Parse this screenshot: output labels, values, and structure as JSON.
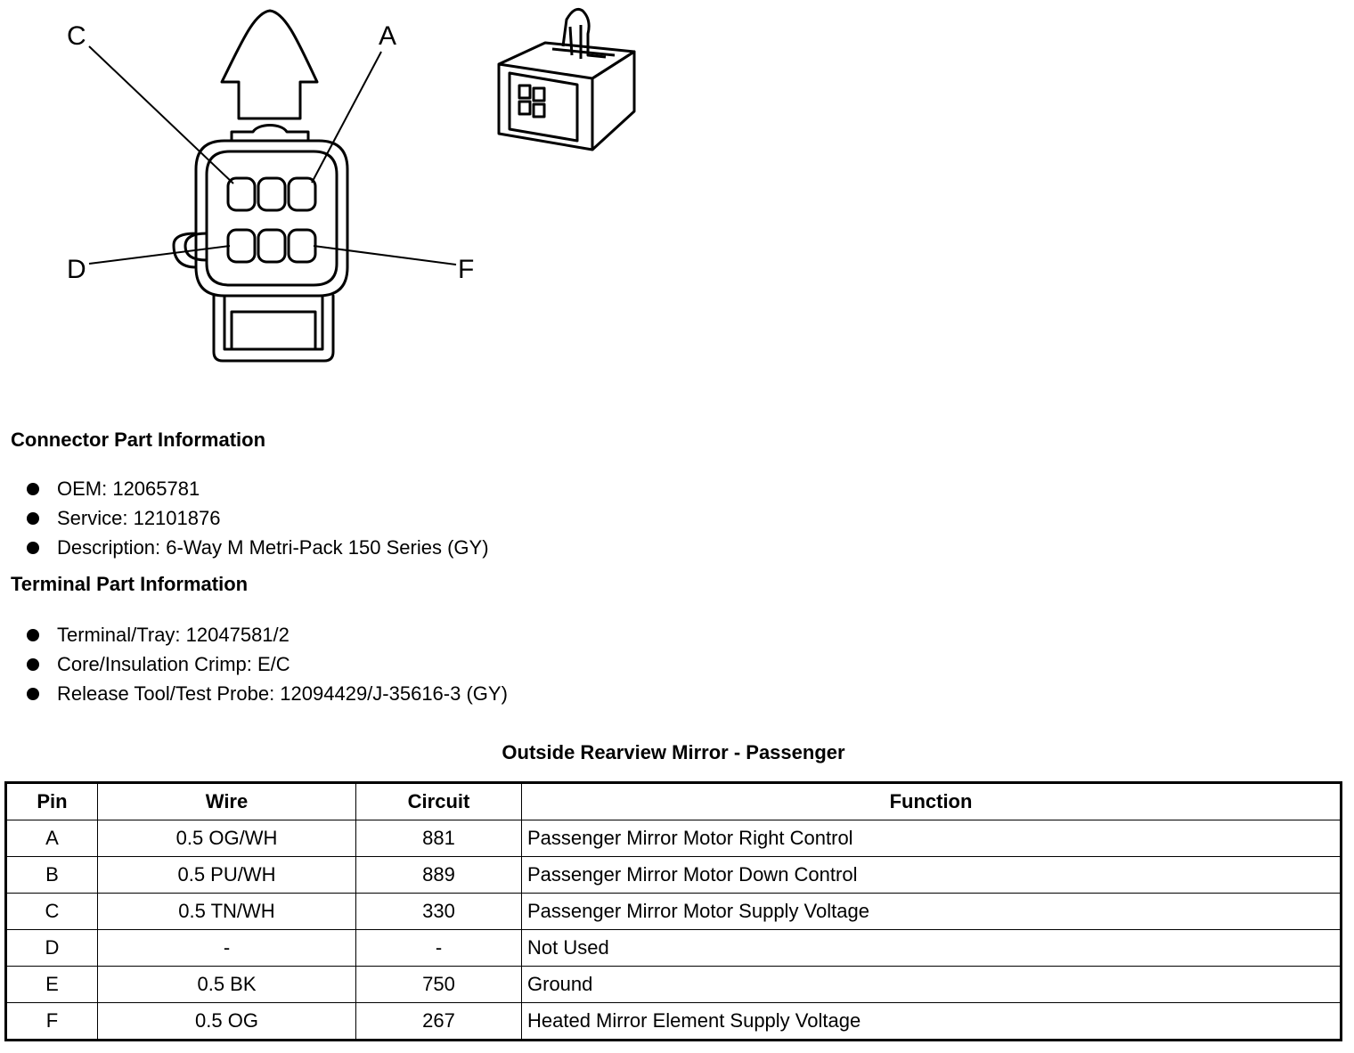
{
  "diagram": {
    "pin_labels": {
      "c": "C",
      "a": "A",
      "d": "D",
      "f": "F"
    }
  },
  "connector_info": {
    "title": "Connector Part Information",
    "items": [
      "OEM: 12065781",
      "Service: 12101876",
      "Description: 6-Way M Metri-Pack 150 Series (GY)"
    ]
  },
  "terminal_info": {
    "title": "Terminal Part Information",
    "items": [
      "Terminal/Tray: 12047581/2",
      "Core/Insulation Crimp: E/C",
      "Release Tool/Test Probe: 12094429/J-35616-3 (GY)"
    ]
  },
  "table": {
    "title": "Outside Rearview Mirror - Passenger",
    "headers": {
      "pin": "Pin",
      "wire": "Wire",
      "circuit": "Circuit",
      "function": "Function"
    },
    "rows": [
      {
        "pin": "A",
        "wire": "0.5 OG/WH",
        "circuit": "881",
        "function": "Passenger Mirror Motor Right Control"
      },
      {
        "pin": "B",
        "wire": "0.5 PU/WH",
        "circuit": "889",
        "function": "Passenger Mirror Motor Down Control"
      },
      {
        "pin": "C",
        "wire": "0.5 TN/WH",
        "circuit": "330",
        "function": "Passenger Mirror Motor Supply Voltage"
      },
      {
        "pin": "D",
        "wire": "-",
        "circuit": "-",
        "function": "Not Used"
      },
      {
        "pin": "E",
        "wire": "0.5 BK",
        "circuit": "750",
        "function": "Ground"
      },
      {
        "pin": "F",
        "wire": "0.5 OG",
        "circuit": "267",
        "function": "Heated Mirror Element Supply Voltage"
      }
    ]
  }
}
